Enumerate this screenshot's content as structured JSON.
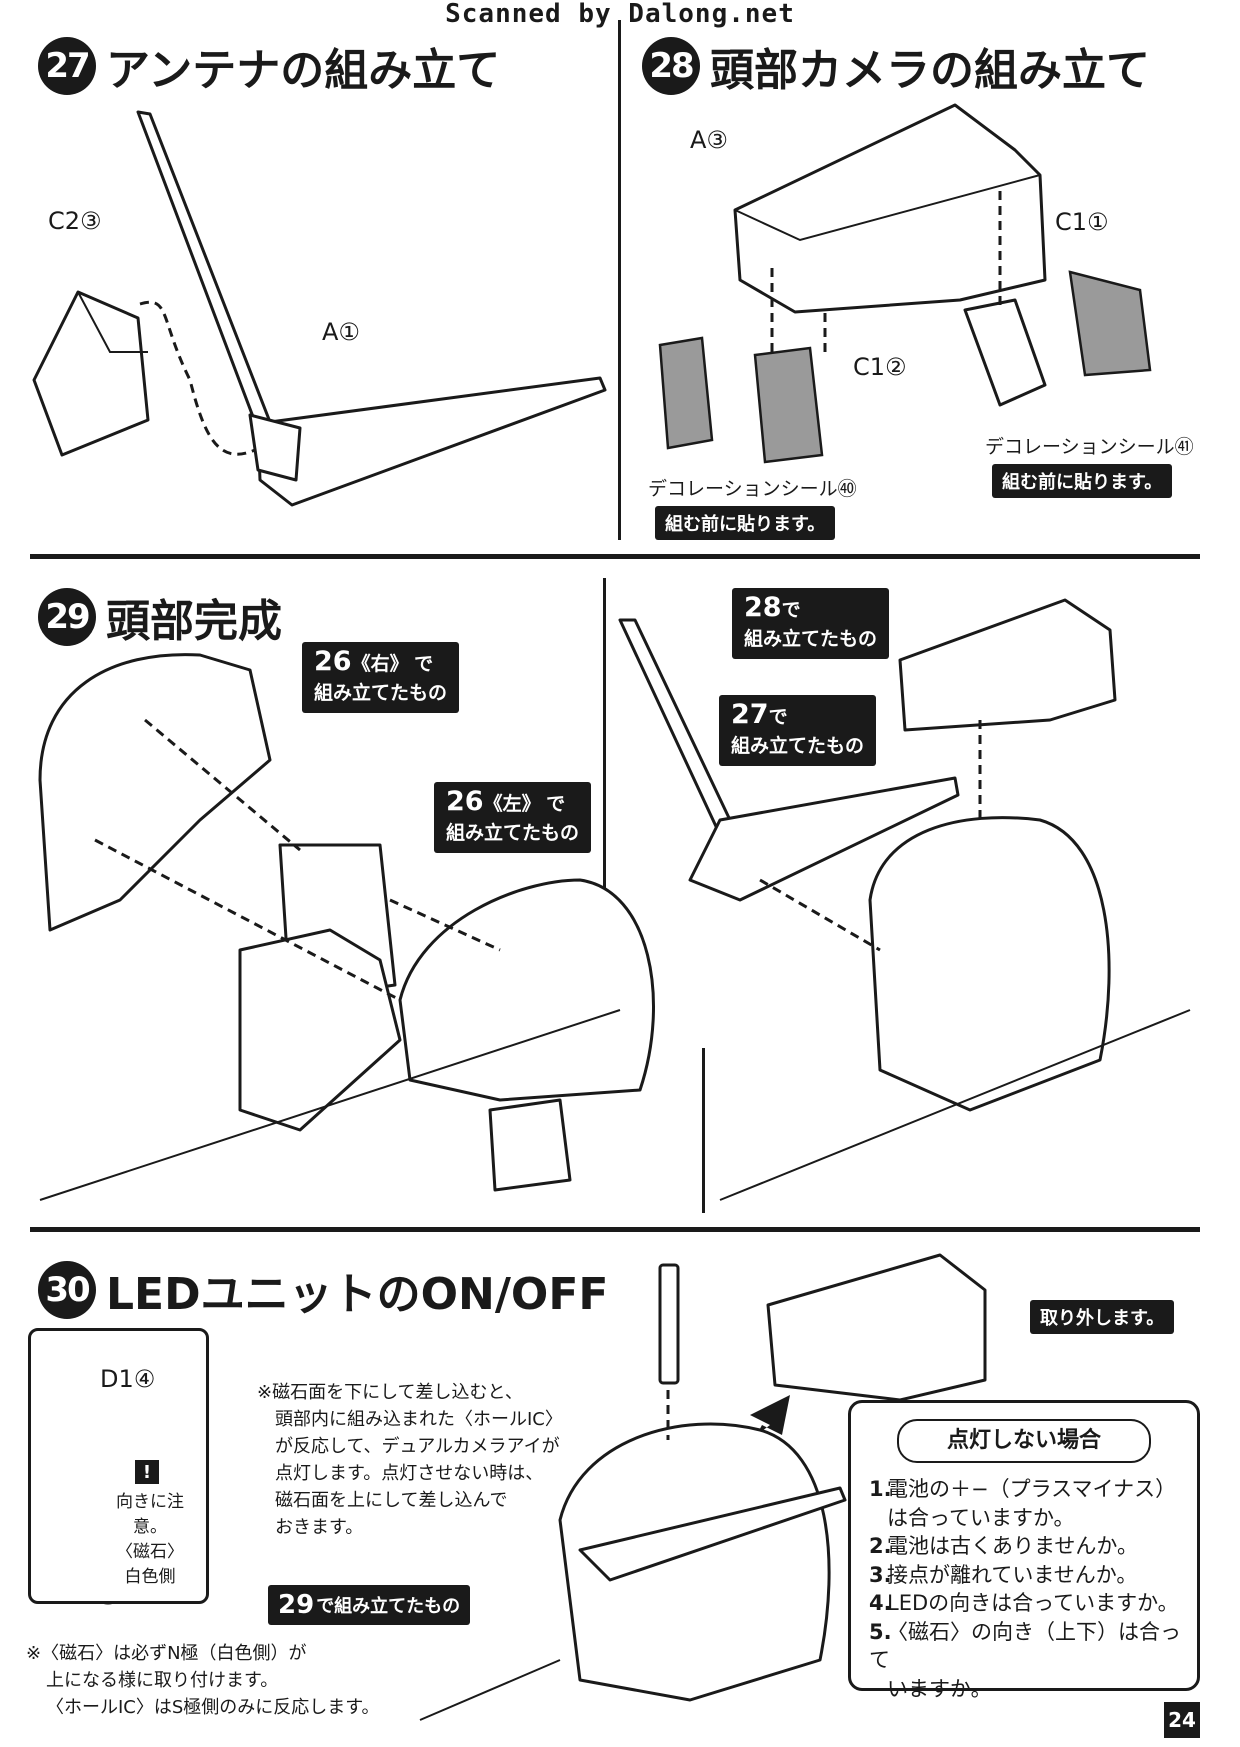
{
  "header": {
    "scan_credit": "Scanned by Dalong.net"
  },
  "step27": {
    "num": "27",
    "title": "アンテナの組み立て",
    "part_c2": "C2③",
    "part_a1": "A①"
  },
  "step28": {
    "num": "28",
    "title": "頭部カメラの組み立て",
    "part_a3": "A③",
    "part_c1a": "C1①",
    "part_c1b": "C1②",
    "seal40": "デコレーションシール㊵",
    "seal40_note": "組む前に貼ります。",
    "seal41": "デコレーションシール㊶",
    "seal41_note": "組む前に貼ります。"
  },
  "step29": {
    "num": "29",
    "title": "頭部完成",
    "callout_right_num": "26",
    "callout_right_side": "《右》",
    "callout_right_de": "で",
    "callout_right_text": "組み立てたもの",
    "callout_left_num": "26",
    "callout_left_side": "《左》",
    "callout_left_de": "で",
    "callout_left_text": "組み立てたもの",
    "callout_28_num": "28",
    "callout_28_de": "で",
    "callout_28_text": "組み立てたもの",
    "callout_27_num": "27",
    "callout_27_de": "で",
    "callout_27_text": "組み立てたもの"
  },
  "step30": {
    "num": "30",
    "title": "LEDユニットのON/OFF",
    "part_d1": "D1④",
    "warn_icon": "exclamation-icon",
    "warn_text": "向きに注意。",
    "magnet_label": "〈磁石〉",
    "white_side": "白色側",
    "instruction": [
      "※磁石面を下にして差し込むと、",
      "頭部内に組み込まれた〈ホールIC〉",
      "が反応して、デュアルカメラアイが",
      "点灯します。点灯させない時は、",
      "磁石面を上にして差し込んで",
      "おきます。"
    ],
    "callout_29_num": "29",
    "callout_29_text": "で組み立てたもの",
    "remove_tag": "取り外します。",
    "footnote": [
      "※〈磁石〉は必ずN極（白色側）が",
      "上になる様に取り付けます。",
      "〈ホールIC〉はS極側のみに反応します。"
    ],
    "trouble_title": "点灯しない場合",
    "trouble_items": [
      {
        "n": "1.",
        "text": "電池の＋−（プラスマイナス）"
      },
      {
        "n": "",
        "text": "は合っていますか。"
      },
      {
        "n": "2.",
        "text": "電池は古くありませんか。"
      },
      {
        "n": "3.",
        "text": "接点が離れていませんか。"
      },
      {
        "n": "4.",
        "text": "LEDの向きは合っていますか。"
      },
      {
        "n": "5.",
        "text": "〈磁石〉の向き（上下）は合って"
      },
      {
        "n": "",
        "text": "いますか。"
      }
    ]
  },
  "footer": {
    "page": "24"
  }
}
